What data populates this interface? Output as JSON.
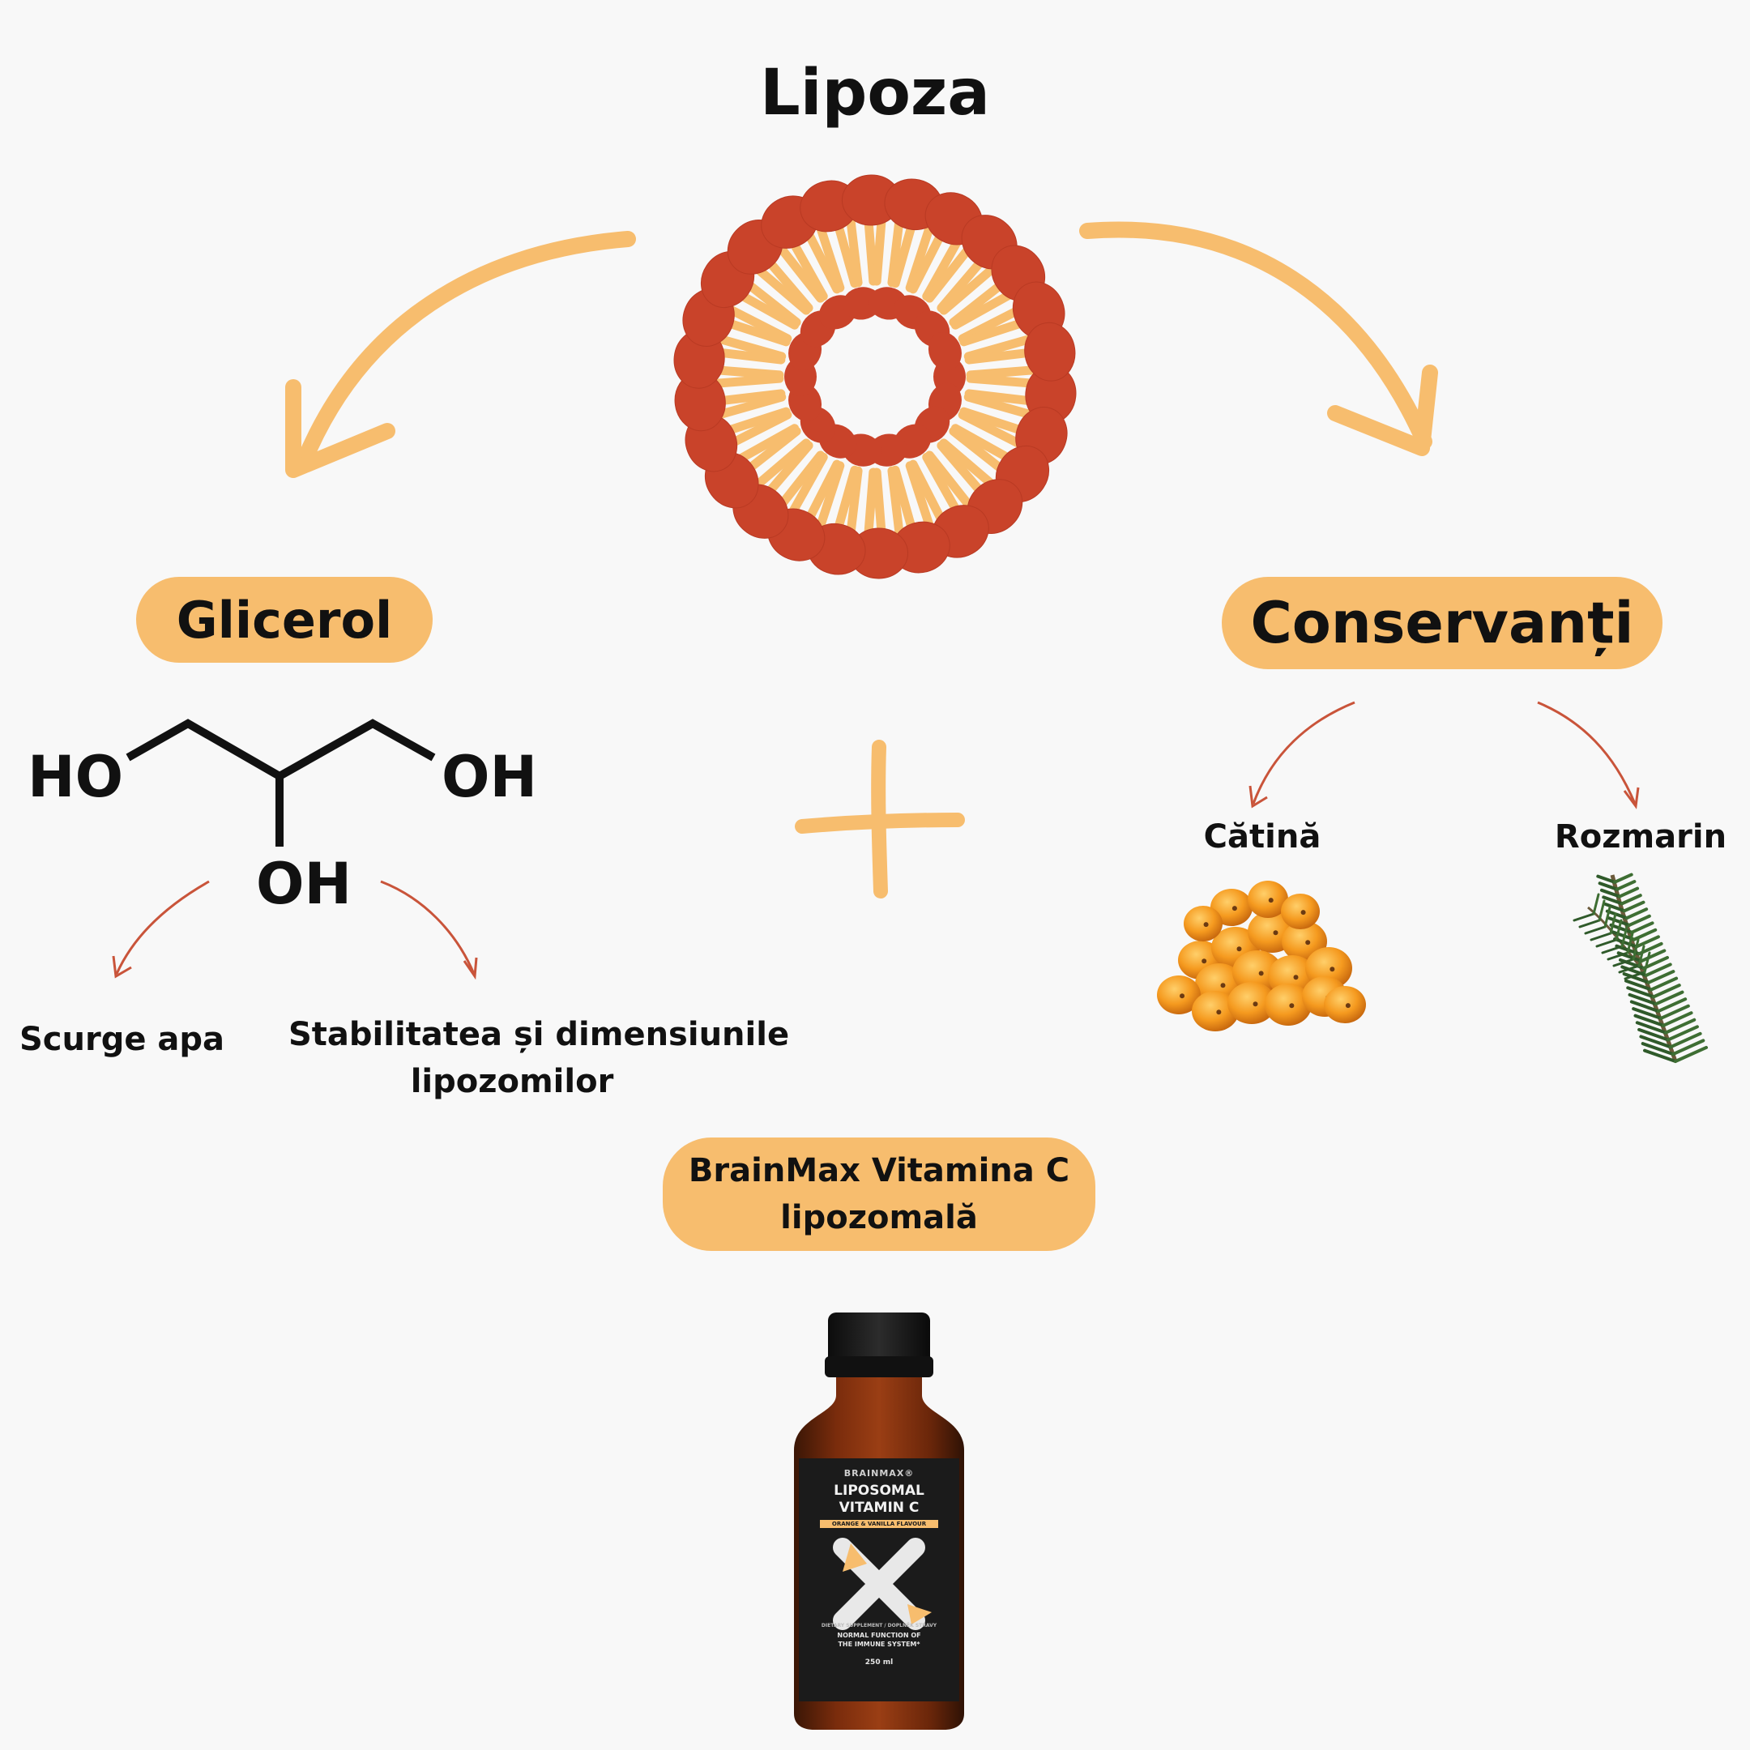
{
  "title": "Lipoza",
  "colors": {
    "background": "#f8f8f8",
    "accent_orange": "#f7bd6e",
    "liposome_red": "#c9432a",
    "arrow_red": "#c9543a",
    "text": "#111111"
  },
  "left_branch": {
    "label": "Glicerol",
    "molecule": {
      "ho_left": "HO",
      "oh_right": "OH",
      "oh_bottom": "OH"
    },
    "effects": [
      "Scurge apa",
      "Stabilitatea și dimensiunile",
      "lipozomilor"
    ]
  },
  "right_branch": {
    "label": "Conservanți",
    "items": [
      {
        "name": "Cătină",
        "icon": "sea-buckthorn-berries-icon"
      },
      {
        "name": "Rozmarin",
        "icon": "rosemary-sprig-icon"
      }
    ]
  },
  "plus_icon": "plus-icon",
  "product": {
    "label_line1": "BrainMax Vitamina C",
    "label_line2": "lipozomală",
    "bottle": {
      "brand": "BRAINMAX®",
      "name_line1": "LIPOSOMAL",
      "name_line2": "VITAMIN C",
      "flavour": "ORANGE & VANILLA FLAVOUR",
      "type": "DIETARY SUPPLEMENT / DOPLNĚK STRAVY",
      "claim_line1": "NORMAL FUNCTION OF",
      "claim_line2": "THE IMMUNE SYSTEM*",
      "volume": "250 ml"
    }
  }
}
